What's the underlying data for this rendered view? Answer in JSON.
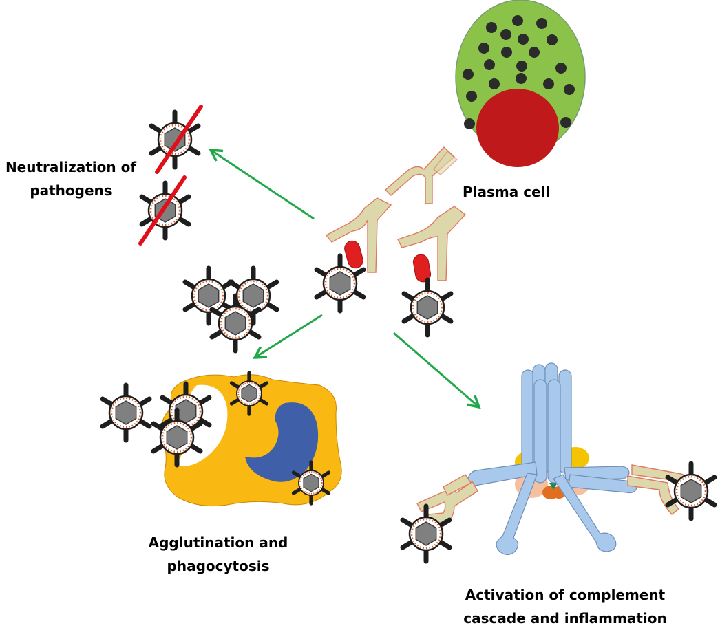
{
  "labels": {
    "neutralization": [
      "Neutralization of",
      "pathogens"
    ],
    "plasma_cell": "Plasma cell",
    "agglutination": [
      "Agglutination and",
      "phagocytosis"
    ],
    "activation": [
      "Activation of complement",
      "cascade and inflammation"
    ]
  },
  "colors": {
    "plasma_cytoplasm": "#8bc34a",
    "plasma_nucleus": "#c0191c",
    "granule": "#2b2b2b",
    "antibody_fill": "#dcd8ab",
    "antibody_stroke": "#e07a5f",
    "antigen": "#e02020",
    "virus_capsid": "#808080",
    "virus_spike": "#1e1e1e",
    "virus_envelope_dots": "#e05a20",
    "arrow": "#22a84a",
    "neutralize_slash": "#e0101a",
    "phagocyte": "#f9b812",
    "phagocyte_nucleus": "#3f5fa8",
    "complement": "#a9c9ec",
    "complement_base": "#f5c0a0"
  }
}
